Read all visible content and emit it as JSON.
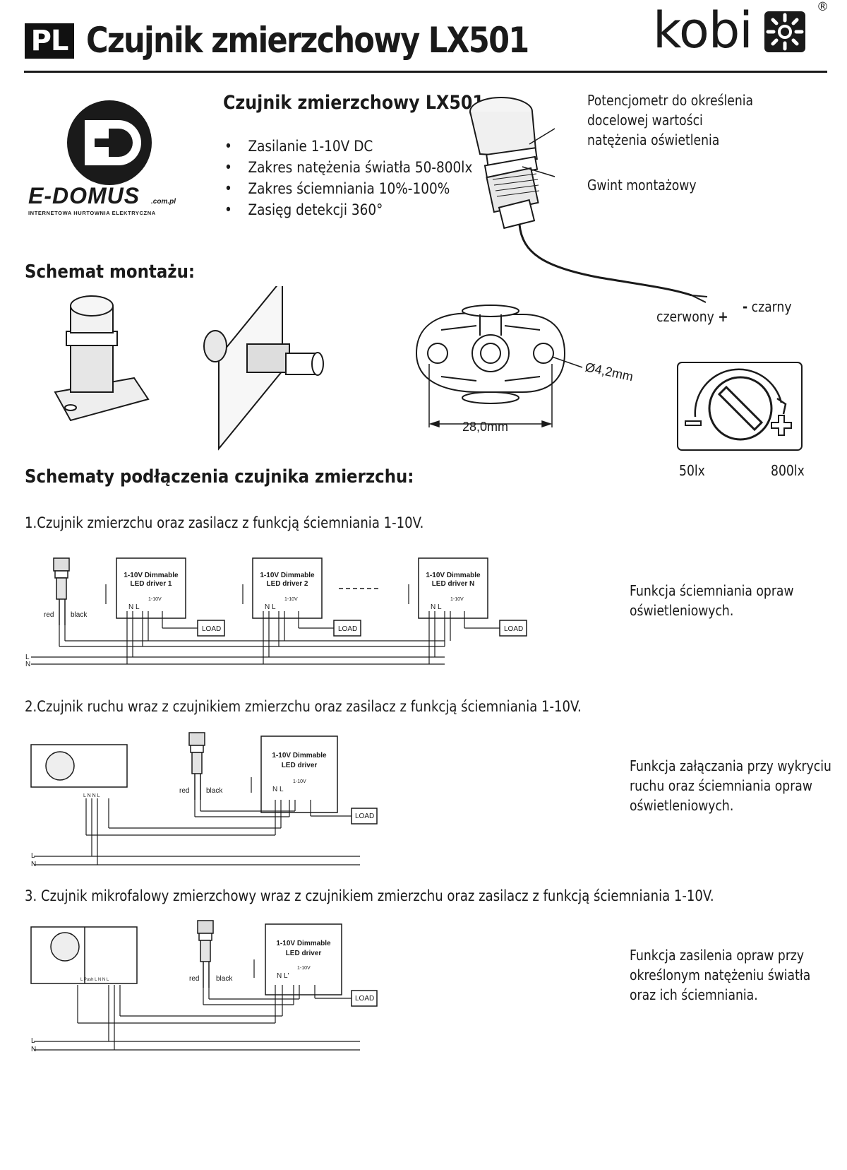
{
  "header": {
    "lang_badge": "PL",
    "title": "Czujnik zmierzchowy LX501",
    "brand": "kobi",
    "brand_reg": "®"
  },
  "logo": {
    "name": "E-DOMUS",
    "domain": ".com.pl",
    "tagline": "INTERNETOWA HURTOWNIA ELEKTRYCZNA"
  },
  "product": {
    "title": "Czujnik zmierzchowy LX501",
    "features": [
      "Zasilanie 1-10V DC",
      "Zakres natężenia światła 50-800lx",
      "Zakres ściemniania 10%-100%",
      "Zasięg detekcji 360°"
    ],
    "bullet": "•"
  },
  "callouts": {
    "potentiometer": [
      "Potencjometr do określenia",
      "docelowej wartości",
      "natężenia oświetlenia"
    ],
    "thread": "Gwint montażowy",
    "red_wire": "czerwony",
    "black_wire": "czarny",
    "plus": "+",
    "minus": "-"
  },
  "mounting": {
    "heading": "Schemat montażu:",
    "hole_dim": "Ø4,2mm",
    "width_dim": "28,0mm"
  },
  "knob": {
    "min_label": "50lx",
    "max_label": "800lx"
  },
  "connections": {
    "heading": "Schematy podłączenia czujnika zmierzchu:",
    "d1_title": "1.Czujnik zmierzchu oraz zasilacz z funkcją ściemniania 1-10V.",
    "d1_note": [
      "Funkcja ściemniania opraw",
      "oświetleniowych."
    ],
    "d2_title": "2.Czujnik ruchu wraz z czujnikiem zmierzchu oraz zasilacz z funkcją ściemniania 1-10V.",
    "d2_note": [
      "Funkcja załączania przy wykryciu",
      "ruchu oraz ściemniania opraw",
      "oświetleniowych."
    ],
    "d3_title": "3. Czujnik mikrofalowy zmierzchowy wraz z czujnikiem zmierzchu oraz zasilacz z funkcją ściemniania 1-10V.",
    "d3_note": [
      "Funkcja zasilenia opraw przy",
      "określonym natężeniu światła",
      "oraz ich ściemniania."
    ]
  },
  "wiring": {
    "drivers": [
      [
        "1-10V Dimmable",
        "LED driver 1"
      ],
      [
        "1-10V Dimmable",
        "LED driver 2"
      ],
      [
        "1-10V Dimmable",
        "LED driver N"
      ]
    ],
    "single_driver": [
      "1-10V Dimmable",
      "LED driver"
    ],
    "load": "LOAD",
    "red": "red",
    "black": "black",
    "plus": "+",
    "minus": "-",
    "L": "L",
    "N": "N",
    "NL": "N L",
    "NL2": "N L'",
    "v110": "1-10V",
    "terms": "L N N L",
    "terms3": "L  Push  L N N L"
  }
}
